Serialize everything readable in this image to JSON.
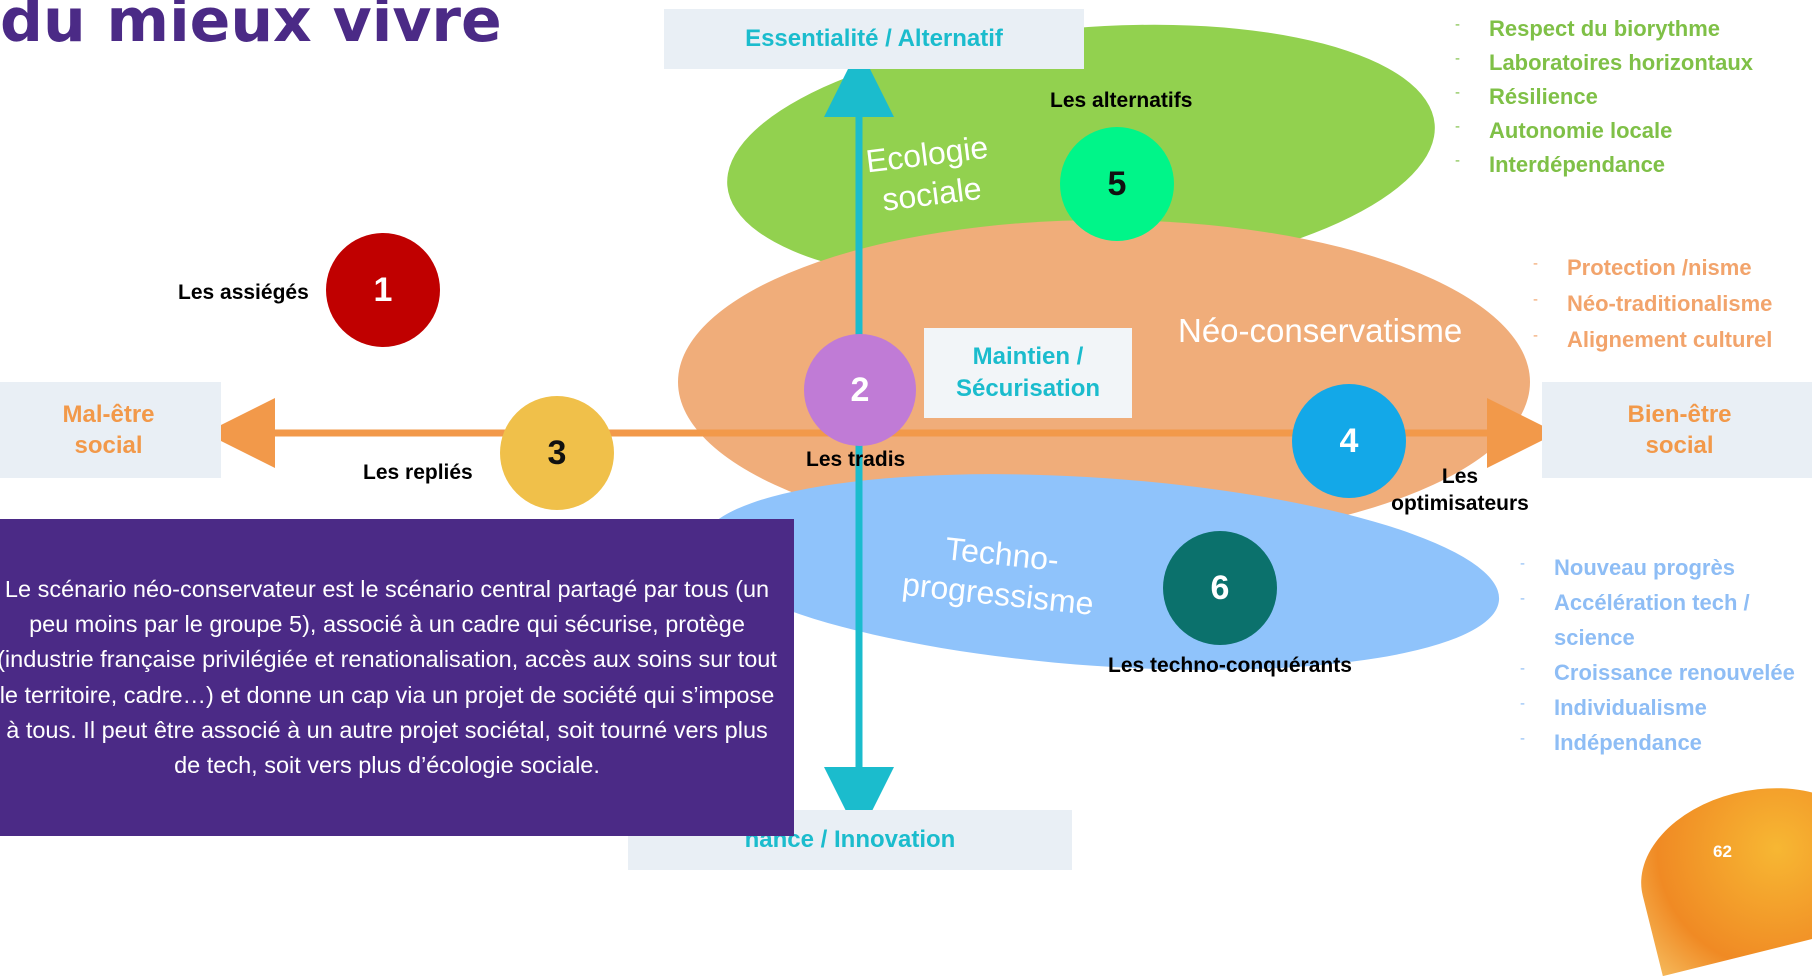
{
  "title": "du mieux vivre",
  "axes": {
    "top": "Essentialité / Alternatif",
    "bottom": "nance / Innovation",
    "left_line1": "Mal-être",
    "left_line2": "social",
    "right_line1": "Bien-être",
    "right_line2": "social",
    "center_line1": "Maintien /",
    "center_line2": "Sécurisation"
  },
  "ellipses": {
    "ecology_line1": "Ecologie",
    "ecology_line2": "sociale",
    "neo": "Néo-conservatisme",
    "techno_line1": "Techno-",
    "techno_line2": "progressisme"
  },
  "groups": [
    {
      "number": "1",
      "label": "Les assiégés"
    },
    {
      "number": "2",
      "label": "Les tradis"
    },
    {
      "number": "3",
      "label": "Les repliés"
    },
    {
      "number": "4",
      "label_line1": "Les",
      "label_line2": "optimisateurs"
    },
    {
      "number": "5",
      "label": "Les alternatifs"
    },
    {
      "number": "6",
      "label": "Les techno-conquérants"
    }
  ],
  "lists": {
    "green": [
      "Respect du biorythme",
      "Laboratoires horizontaux",
      "Résilience",
      "Autonomie locale",
      "Interdépendance"
    ],
    "orange": [
      "Protection /nisme",
      "Néo-traditionalisme",
      "Alignement culturel"
    ],
    "blue": [
      "Nouveau progrès",
      "Accélération tech / science",
      "Croissance renouvelée",
      "Individualisme",
      "Indépendance"
    ]
  },
  "note": "Le scénario néo-conservateur est le scénario central partagé par tous (un peu moins par le groupe 5), associé à un cadre qui sécurise, protège (industrie française privilégiée et renationalisation, accès aux soins sur tout le territoire, cadre…) et donne un cap via un projet de société qui s’impose à tous. Il peut être associé à un autre projet sociétal, soit tourné vers plus de tech, soit vers plus d’écologie sociale.",
  "page_number": "62",
  "colors": {
    "title_purple": "#4b2a86",
    "axis_cyan": "#1bbccd",
    "axis_orange": "#f2994a",
    "ecology_green": "#92d14f",
    "neo_orange": "#f0ad7a",
    "techno_blue": "#8fc3fb"
  }
}
